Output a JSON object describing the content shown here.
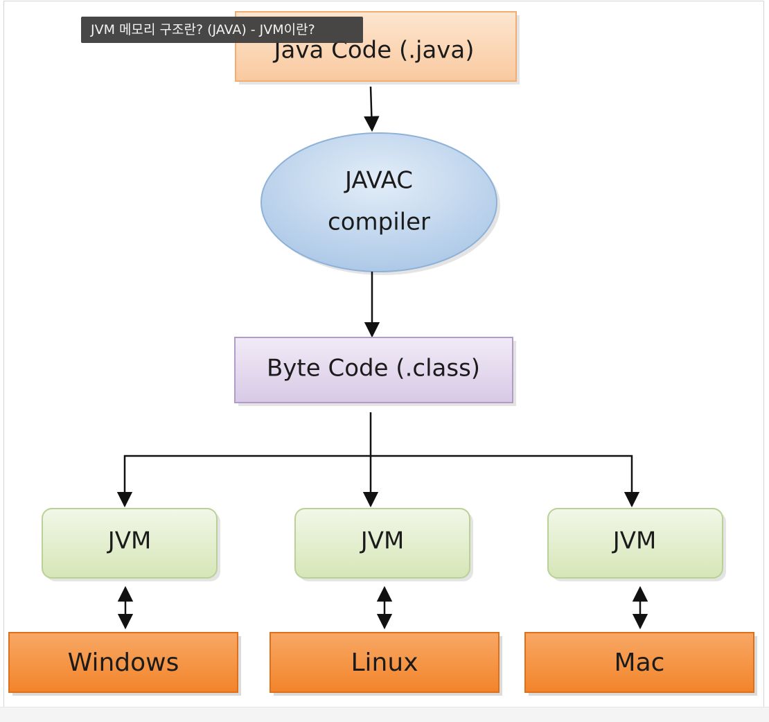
{
  "tooltip": {
    "text": "JVM 메모리 구조란? (JAVA) - JVM이란?"
  },
  "diagram": {
    "nodes": {
      "source": "Java Code (.java)",
      "compiler_line1": "JAVAC",
      "compiler_line2": "compiler",
      "bytecode": "Byte Code (.class)",
      "jvm_windows": "JVM",
      "jvm_linux": "JVM",
      "jvm_mac": "JVM",
      "os_windows": "Windows",
      "os_linux": "Linux",
      "os_mac": "Mac"
    },
    "colors": {
      "source_fill": "#fbd7b6",
      "source_border": "#f2ad73",
      "compiler_fill": "#c7d9ee",
      "compiler_border": "#8eb1d8",
      "bytecode_fill": "#e6dcee",
      "bytecode_border": "#b29bc9",
      "jvm_fill": "#e6f0d2",
      "jvm_border": "#b9d097",
      "os_fill": "#f5913f",
      "os_border": "#e06f1c",
      "arrow": "#111111"
    }
  }
}
